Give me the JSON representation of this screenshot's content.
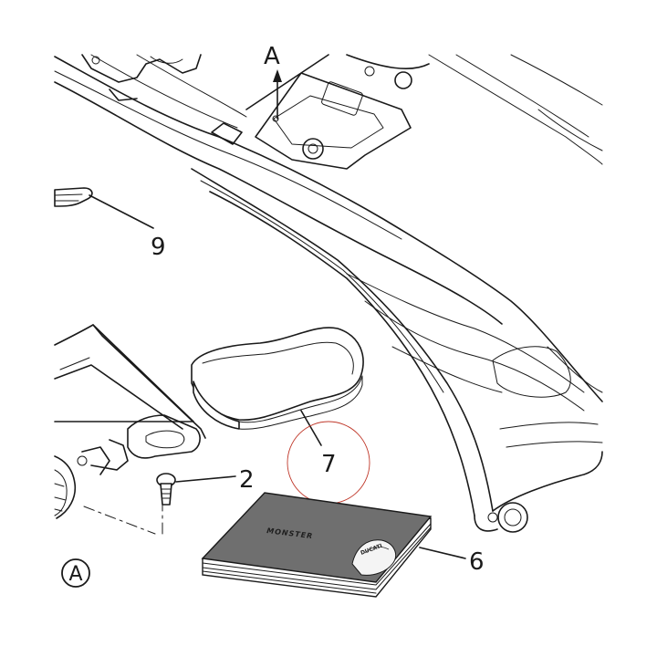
{
  "callouts": {
    "top_view_letter": "A",
    "part_9": "9",
    "part_2": "2",
    "part_7": "7",
    "part_6": "6",
    "view_a": "A"
  },
  "manual": {
    "cover_title": "MONSTER",
    "brand_badge": "DUCATI"
  },
  "colors": {
    "line": "#1a1a1a",
    "manual_cover": "#6f6f6f",
    "highlight_circle": "#c0392b"
  }
}
